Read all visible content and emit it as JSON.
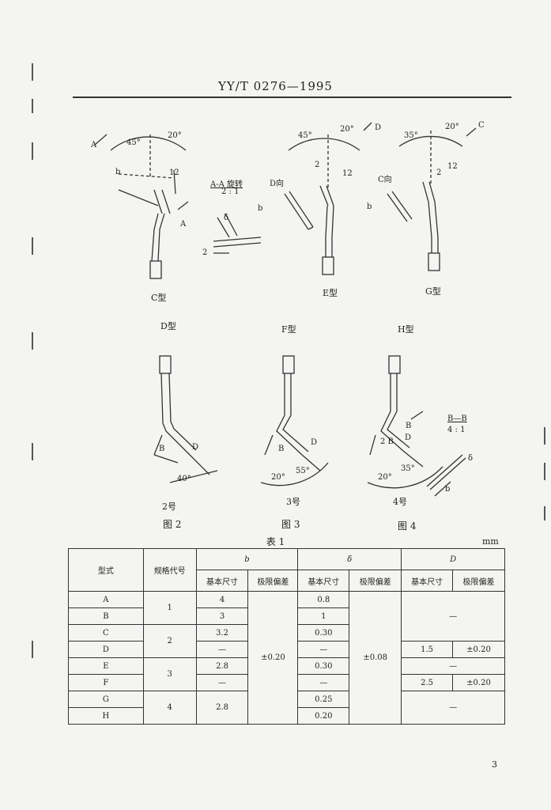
{
  "header": {
    "title": "YY/T 0276—1995"
  },
  "figures": {
    "row1": [
      {
        "name": "C型",
        "labels": {
          "angle_a": "45°",
          "angle_b": "20°",
          "dim_b": "b",
          "dim_12": "12",
          "sec_a": "A",
          "sec_a2": "A"
        }
      },
      {
        "name": "E型",
        "labels": {
          "angle_a": "45°",
          "angle_b": "20°",
          "dir": "D",
          "view": "D向",
          "dim_b": "b",
          "dim_12": "12",
          "dim_2": "2"
        }
      },
      {
        "name": "G型",
        "labels": {
          "angle_a": "35°",
          "angle_b": "20°",
          "dir": "C",
          "view": "C向",
          "dim_b": "b",
          "dim_12": "12",
          "dim_2": "2"
        }
      }
    ],
    "section_aa": {
      "title": "A-A 旋转",
      "scale": "2 : 1",
      "dim_delta": "δ",
      "dim_2": "2"
    },
    "row2": [
      {
        "name": "D型",
        "num": "2号",
        "fig": "图 2",
        "labels": {
          "b": "B",
          "d": "D",
          "angle": "40°"
        }
      },
      {
        "name": "F型",
        "num": "3号",
        "fig": "图 3",
        "labels": {
          "b": "B",
          "d": "D",
          "angle_a": "20°",
          "angle_b": "55°"
        }
      },
      {
        "name": "H型",
        "num": "4号",
        "fig": "图 4",
        "labels": {
          "b": "2 B",
          "d": "D",
          "angle_a": "20°",
          "angle_b": "35°",
          "sec_b": "B"
        }
      }
    ],
    "section_bb": {
      "title": "B—B",
      "scale": "4 : 1",
      "dim_b": "b",
      "dim_delta": "δ"
    }
  },
  "table": {
    "caption": "表 1",
    "unit": "mm",
    "headers": {
      "type": "型式",
      "code": "规格代号",
      "b": "b",
      "delta": "δ",
      "D": "D",
      "basic": "基本尺寸",
      "tol": "极限偏差"
    },
    "rows": [
      {
        "type": "A",
        "code": "1",
        "b": "4",
        "delta": "0.8",
        "D": "",
        "D_tol": ""
      },
      {
        "type": "B",
        "code": "",
        "b": "3",
        "delta": "1",
        "D": "",
        "D_tol": ""
      },
      {
        "type": "C",
        "code": "2",
        "b": "3.2",
        "delta": "0.30",
        "D": "",
        "D_tol": ""
      },
      {
        "type": "D",
        "code": "",
        "b": "—",
        "delta": "—",
        "D": "1.5",
        "D_tol": "±0.20"
      },
      {
        "type": "E",
        "code": "3",
        "b": "2.8",
        "delta": "0.30",
        "D": "",
        "D_tol": ""
      },
      {
        "type": "F",
        "code": "",
        "b": "—",
        "delta": "—",
        "D": "2.5",
        "D_tol": "±0.20"
      },
      {
        "type": "G",
        "code": "4",
        "b": "2.8",
        "delta": "0.25",
        "D": "",
        "D_tol": ""
      },
      {
        "type": "H",
        "code": "",
        "b": "",
        "delta": "0.20",
        "D": "",
        "D_tol": ""
      }
    ],
    "b_tol": "±0.20",
    "delta_tol": "±0.08",
    "dash": "—"
  },
  "page": {
    "number": "3"
  }
}
